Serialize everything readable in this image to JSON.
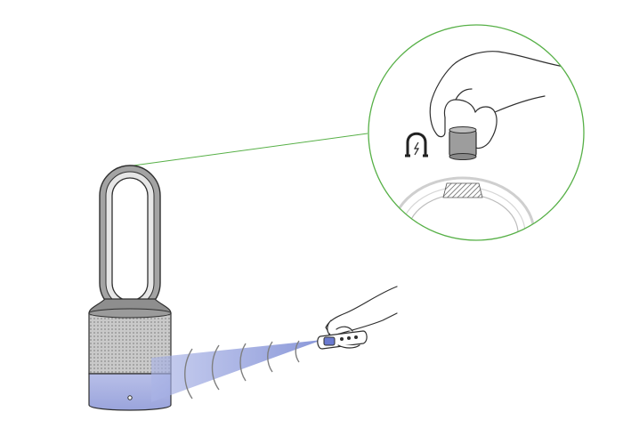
{
  "figure": {
    "caption": "",
    "elements": [
      {
        "name": "air-purifier-device",
        "label": ""
      },
      {
        "name": "remote-control",
        "label": ""
      },
      {
        "name": "magnify-callout",
        "label": ""
      },
      {
        "name": "magnet-icon",
        "label": ""
      }
    ]
  },
  "colors": {
    "outline": "#2f2f2f",
    "device_body": "#9a9a9a",
    "device_dark": "#5a5a5a",
    "mesh": "#b7b7b7",
    "callout_border": "#57b047",
    "signal_beam": "#8f9cd8",
    "signal_beam_light": "#c7cdef",
    "ring_grey": "#cfcfcf"
  },
  "icons": {
    "magnet": "magnet-icon",
    "signal": "signal-wave-icon"
  }
}
